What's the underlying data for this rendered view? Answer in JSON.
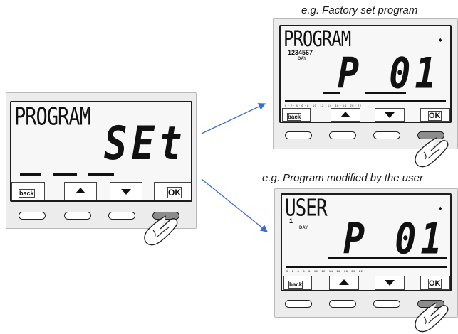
{
  "captions": {
    "top": "e.g. Factory set program",
    "bottom": "e.g. Program modified by the user"
  },
  "left_device": {
    "mode_text": "PROGRAM",
    "big_text": "SEt",
    "softkeys": {
      "back": "back",
      "ok": "OK"
    }
  },
  "top_device": {
    "mode_text": "PROGRAM",
    "days": "1234567",
    "day_label": "DAY",
    "big_text": "P 01",
    "scale": "0 · 2 · 4 · 6 · 8 · 10 · 12 · 14 · 16 · 18 · 20 · 22 ·",
    "flame": "♦",
    "softkeys": {
      "back": "back",
      "ok": "OK"
    }
  },
  "bottom_device": {
    "mode_text": "USER",
    "days": "1",
    "day_label": "DAY",
    "big_text": "P 01",
    "scale": "0 · 2 · 4 · 6 · 8 · 10 · 12 · 14 · 16 · 18 · 20 · 22 ·",
    "flame": "♦",
    "softkeys": {
      "back": "back",
      "ok": "OK"
    }
  },
  "colors": {
    "arrow": "#3a6fd0",
    "device": "#ececec",
    "lcd": "#f7f7f7"
  },
  "icons": [
    "arrow-up-icon",
    "arrow-down-icon",
    "flame-icon",
    "pointing-finger-icon",
    "arrow-right-icon"
  ]
}
